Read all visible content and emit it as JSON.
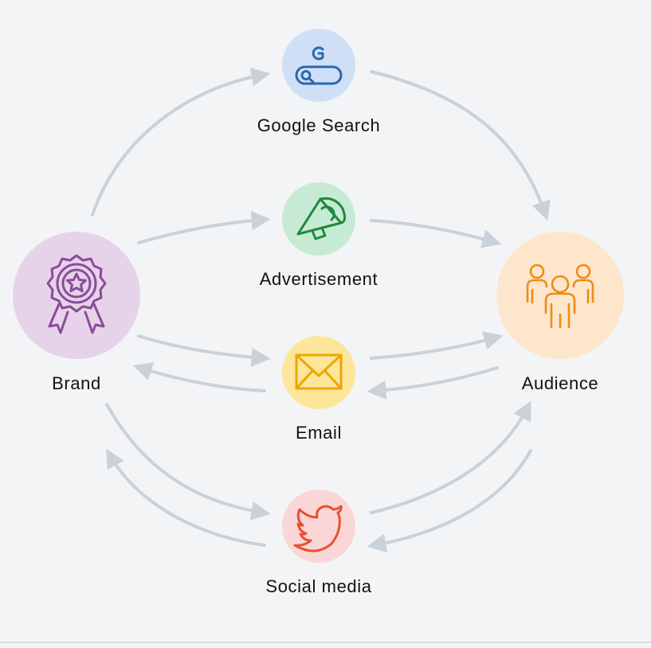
{
  "nodes": {
    "brand": {
      "label": "Brand",
      "icon": "award-ribbon-icon",
      "fill": "#e6d3e9",
      "stroke": "#8b4b9a"
    },
    "audience": {
      "label": "Audience",
      "icon": "people-group-icon",
      "fill": "#fde6cc",
      "stroke": "#f08c12"
    },
    "google_search": {
      "label": "Google Search",
      "icon": "google-search-icon",
      "fill": "#cfe0f6",
      "stroke": "#2b67b1"
    },
    "advertisement": {
      "label": "Advertisement",
      "icon": "megaphone-icon",
      "fill": "#c7ead5",
      "stroke": "#1d8a3d"
    },
    "email": {
      "label": "Email",
      "icon": "envelope-icon",
      "fill": "#fbe69a",
      "stroke": "#f0a500"
    },
    "social_media": {
      "label": "Social media",
      "icon": "twitter-bird-icon",
      "fill": "#fbd6d6",
      "stroke": "#e8502f"
    }
  },
  "colors": {
    "background": "#f3f4f6",
    "arrow": "#c9d1d9"
  }
}
